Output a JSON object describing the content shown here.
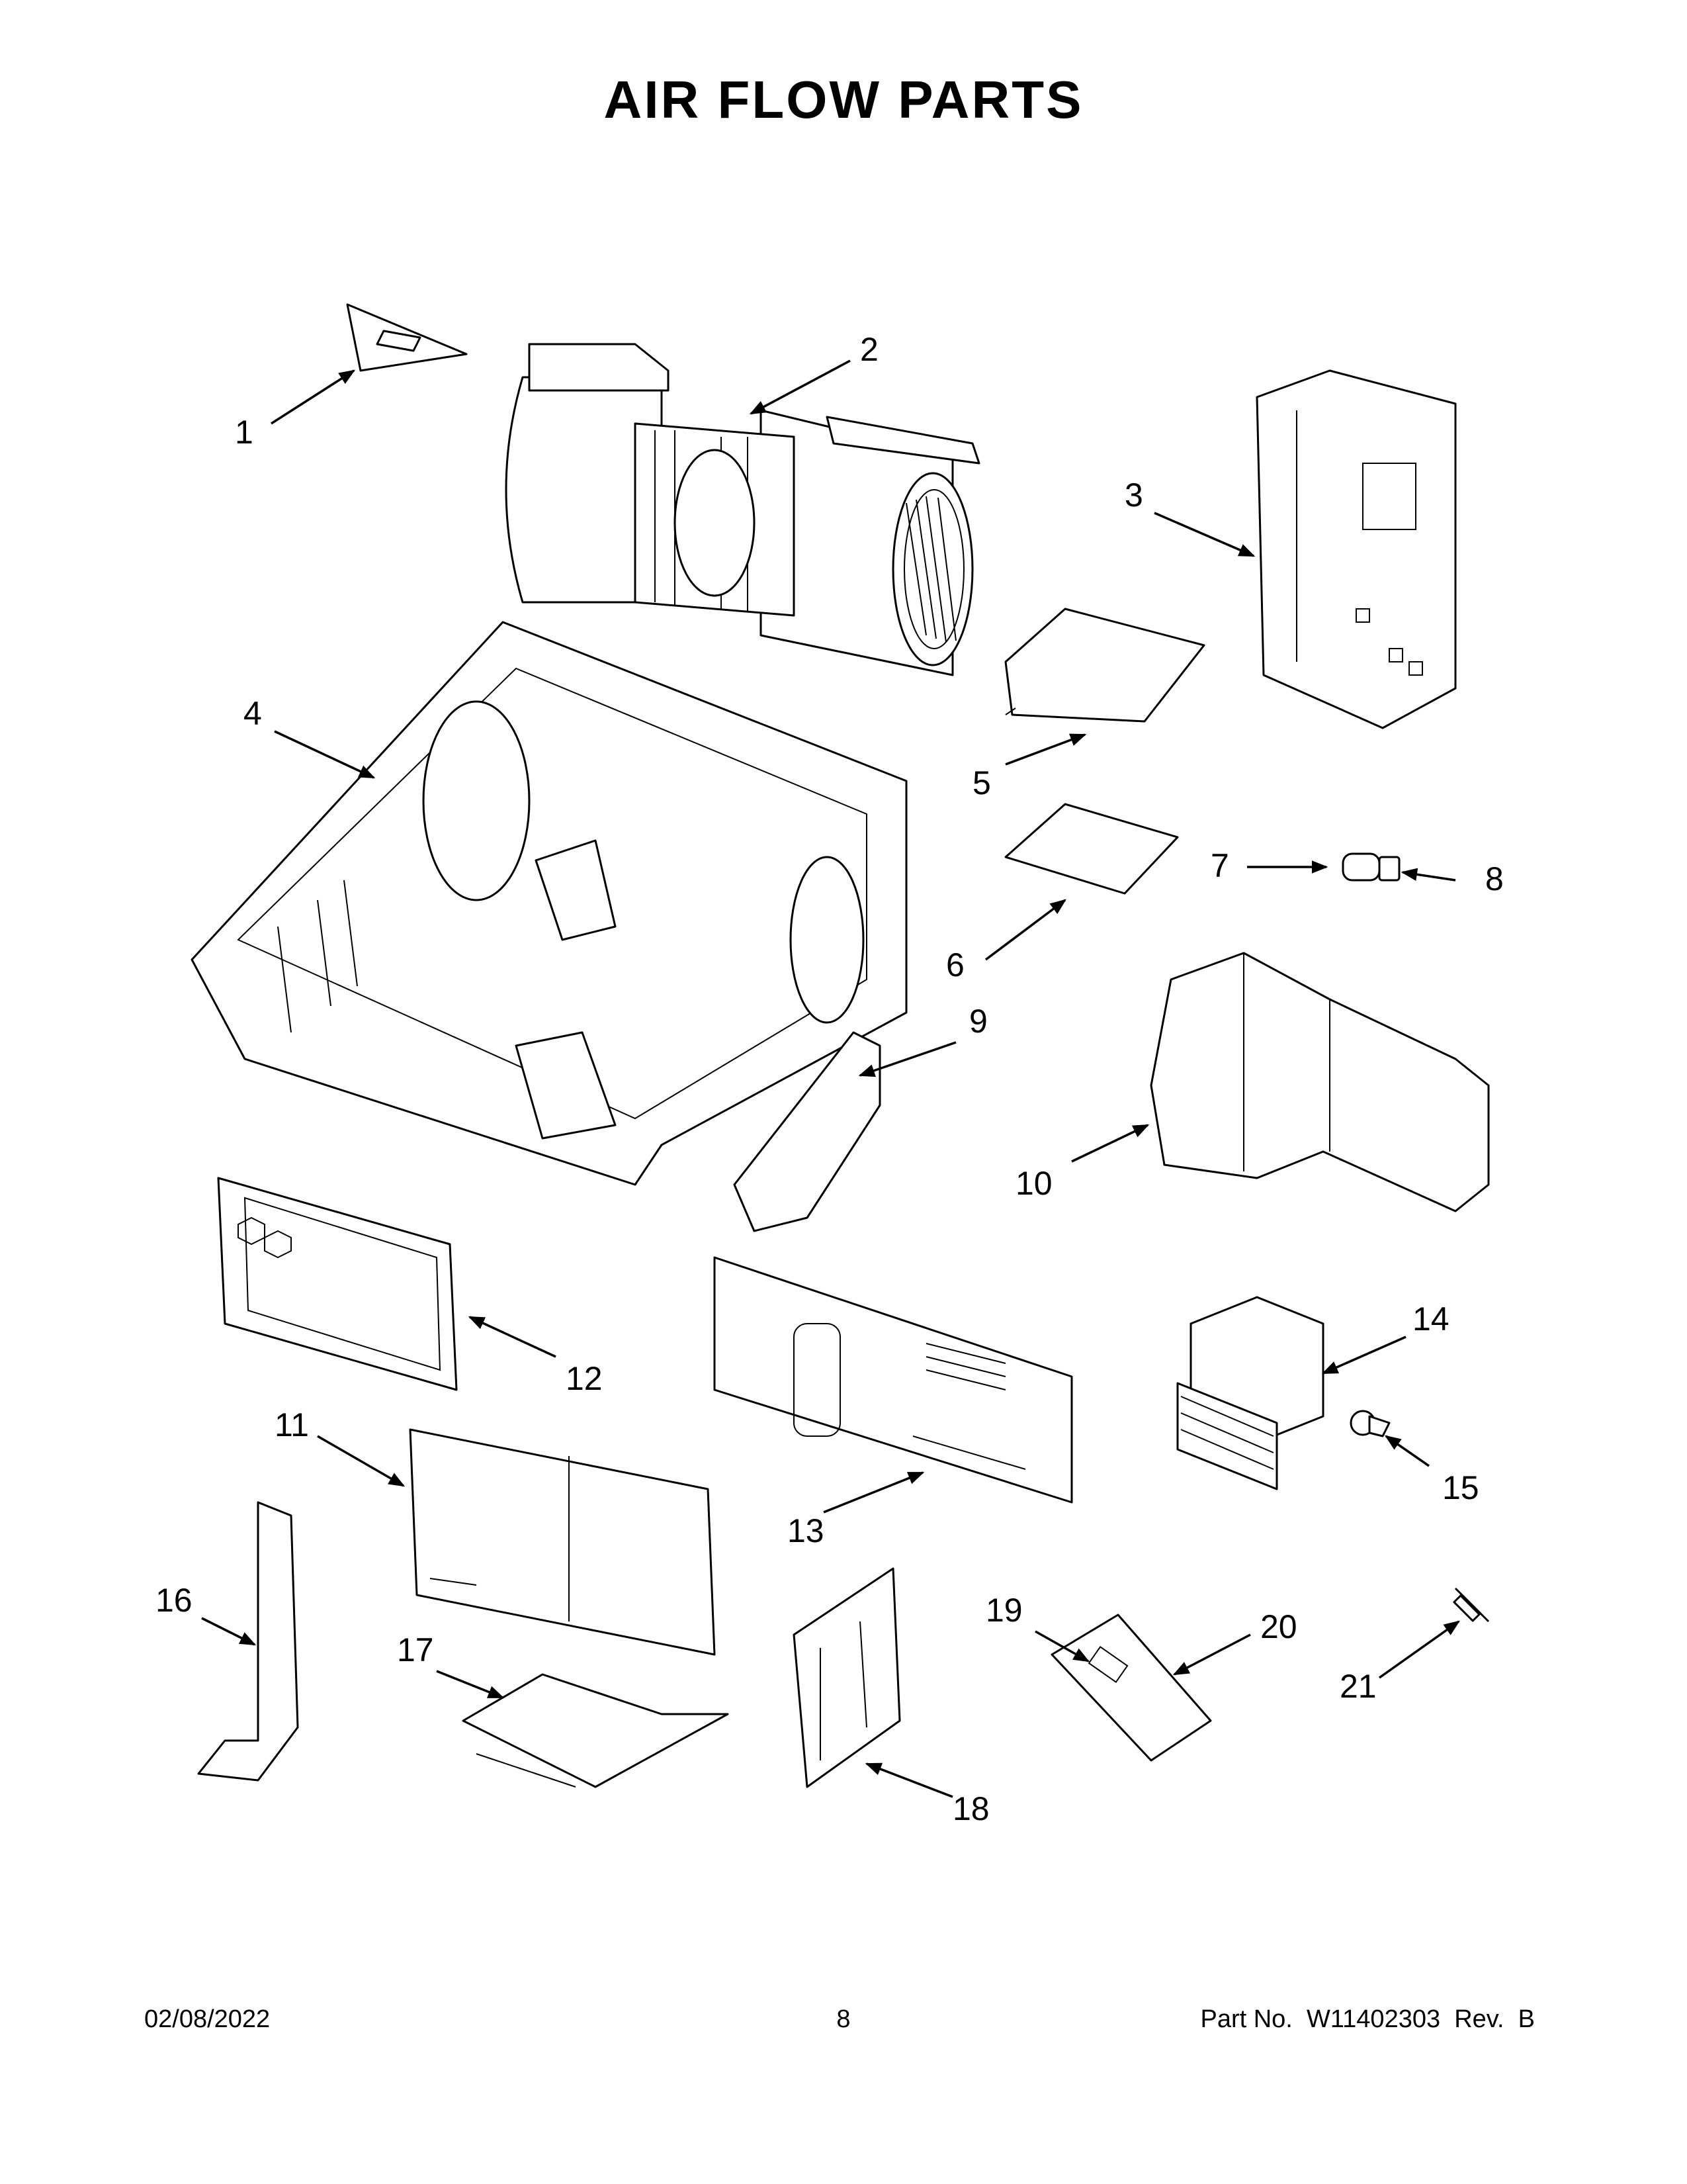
{
  "page": {
    "title": "AIR FLOW PARTS",
    "date": "02/08/2022",
    "page_number": "8",
    "part_number": "Part No.  W11402303  Rev.  B"
  },
  "callouts": {
    "c1": "1",
    "c2": "2",
    "c3": "3",
    "c4": "4",
    "c5": "5",
    "c6": "6",
    "c7": "7",
    "c8": "8",
    "c9": "9",
    "c10": "10",
    "c11": "11",
    "c12": "12",
    "c13": "13",
    "c14": "14",
    "c15": "15",
    "c16": "16",
    "c17": "17",
    "c18": "18",
    "c19": "19",
    "c20": "20",
    "c21": "21"
  }
}
